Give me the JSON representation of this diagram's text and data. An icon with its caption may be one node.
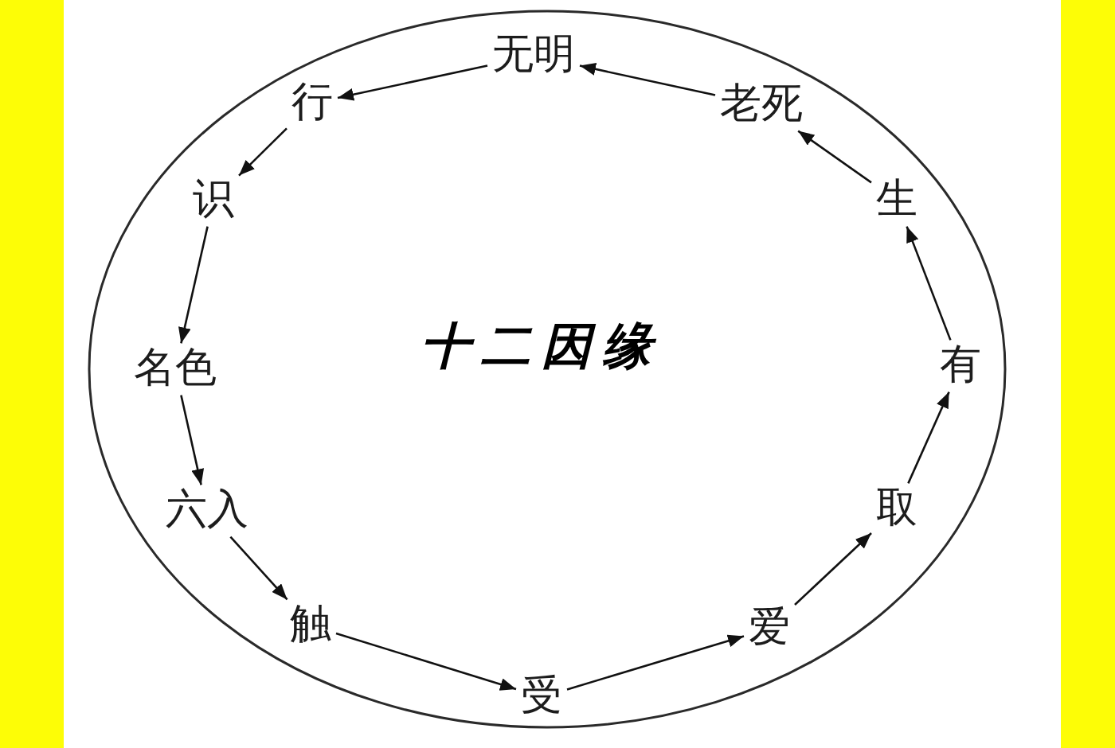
{
  "diagram": {
    "nodes": [
      {
        "text": [
          "十二因缘"
        ]
      },
      {
        "text": [
          "无明"
        ],
        "in": 0
      },
      {
        "text": [
          "行"
        ],
        "in": 0
      },
      {
        "text": [
          "识"
        ],
        "in": 0
      },
      {
        "text": [
          "名色"
        ],
        "in": 0
      },
      {
        "text": [
          "六入"
        ],
        "in": 0
      },
      {
        "text": [
          "触"
        ],
        "in": 0
      },
      {
        "text": [
          "受"
        ],
        "in": 0
      },
      {
        "text": [
          "爱"
        ],
        "in": 0
      },
      {
        "text": [
          "取"
        ],
        "in": 0
      },
      {
        "text": [
          "有"
        ],
        "in": 0
      },
      {
        "text": [
          "生"
        ],
        "in": 0
      },
      {
        "text": [
          "老死"
        ],
        "in": 0
      }
    ],
    "edges": [
      {
        "from": 1,
        "to": 2,
        "arrow": "to"
      },
      {
        "from": 2,
        "to": 3,
        "arrow": "to"
      },
      {
        "from": 3,
        "to": 4,
        "arrow": "to"
      },
      {
        "from": 4,
        "to": 5,
        "arrow": "to"
      },
      {
        "from": 5,
        "to": 6,
        "arrow": "to"
      },
      {
        "from": 6,
        "to": 7,
        "arrow": "to"
      },
      {
        "from": 7,
        "to": 8,
        "arrow": "to"
      },
      {
        "from": 8,
        "to": 9,
        "arrow": "to"
      },
      {
        "from": 9,
        "to": 10,
        "arrow": "to"
      },
      {
        "from": 10,
        "to": 11,
        "arrow": "to"
      },
      {
        "from": 11,
        "to": 12,
        "arrow": "to"
      },
      {
        "from": 12,
        "to": 1,
        "arrow": "to"
      }
    ]
  }
}
